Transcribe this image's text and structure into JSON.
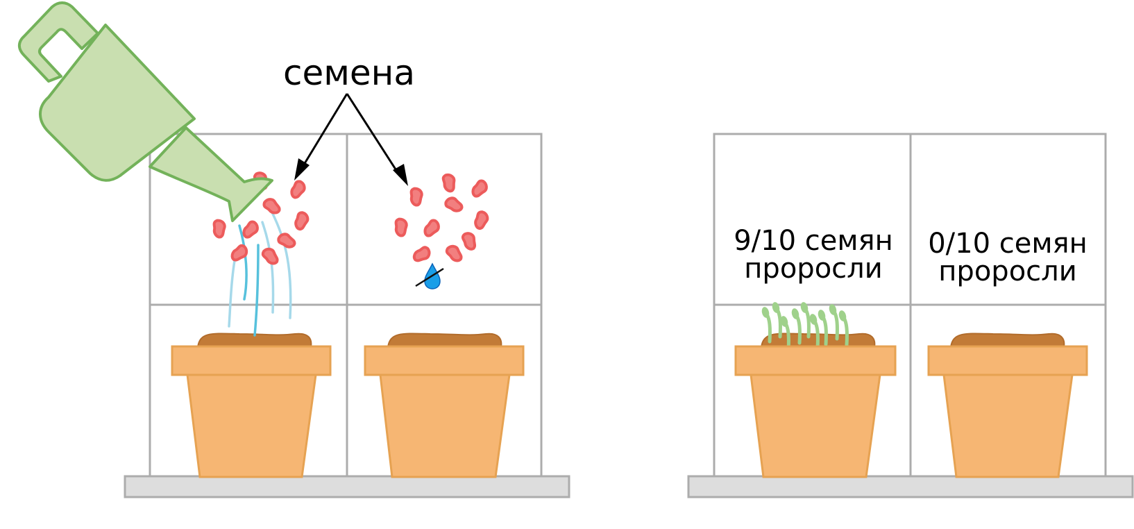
{
  "diagram": {
    "title": "Эксперимент с семенами: полив против отсутствия воды",
    "callout_label": "семена",
    "left_panel": {
      "name": "setup",
      "pots": [
        {
          "id": "watered",
          "condition": "watered",
          "seed_count": 10,
          "icon": "watering-can-icon"
        },
        {
          "id": "not-watered",
          "condition": "no water",
          "seed_count": 10,
          "icon": "no-water-drop-icon"
        }
      ]
    },
    "right_panel": {
      "name": "result",
      "pots": [
        {
          "id": "watered-result",
          "line1": "9/10 семян",
          "line2": "проросли",
          "sprouted": 9,
          "total": 10
        },
        {
          "id": "dry-result",
          "line1": "0/10 семян",
          "line2": "проросли",
          "sprouted": 0,
          "total": 10
        }
      ]
    },
    "colors": {
      "seed": "#f27f7f",
      "seed_outline": "#ec5b5b",
      "pot": "#f6b673",
      "pot_outline": "#e6a252",
      "soil": "#c27b37",
      "watering_can": "#c9dfb0",
      "watering_can_outline": "#73b25a",
      "water": "#57c1dc",
      "sprout": "#9fd18b",
      "frame": "#acacac",
      "shelf": "#dddddd"
    }
  }
}
